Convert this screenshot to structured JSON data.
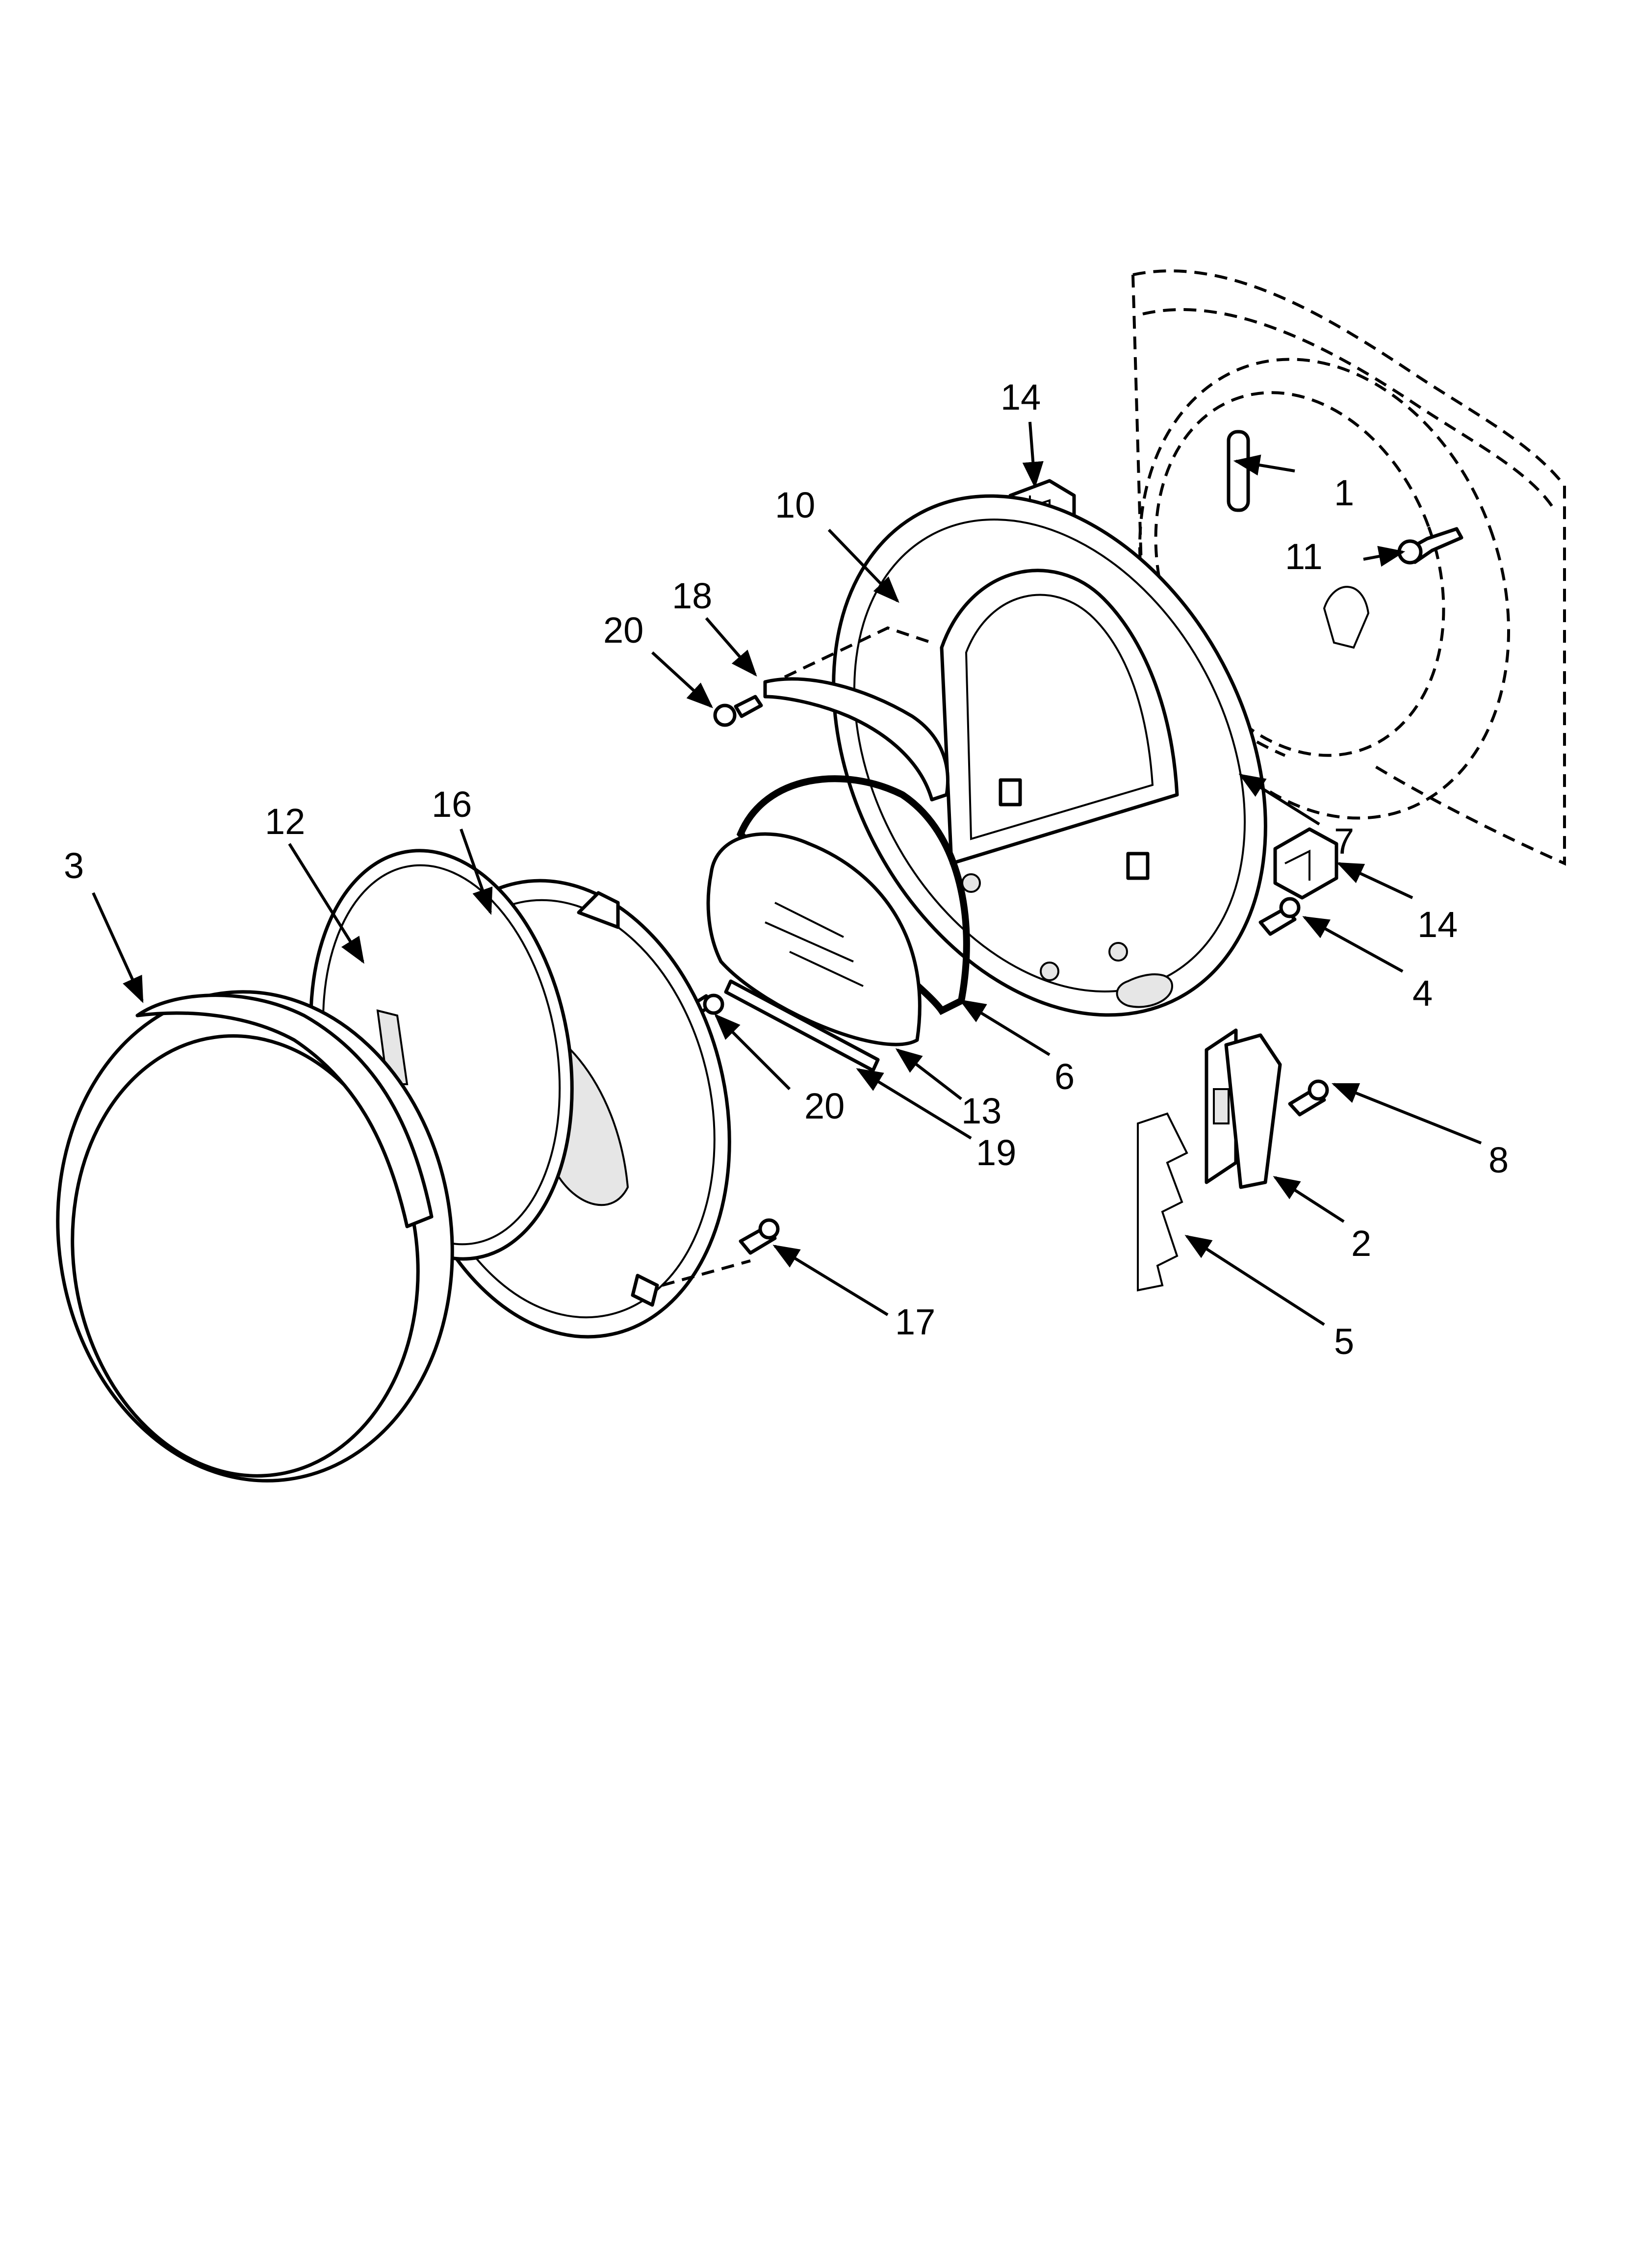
{
  "callouts": [
    {
      "id": "1",
      "text": "1"
    },
    {
      "id": "2",
      "text": "2"
    },
    {
      "id": "3",
      "text": "3"
    },
    {
      "id": "4",
      "text": "4"
    },
    {
      "id": "5",
      "text": "5"
    },
    {
      "id": "6",
      "text": "6"
    },
    {
      "id": "7",
      "text": "7"
    },
    {
      "id": "8",
      "text": "8"
    },
    {
      "id": "10",
      "text": "10"
    },
    {
      "id": "11",
      "text": "11"
    },
    {
      "id": "12",
      "text": "12"
    },
    {
      "id": "13",
      "text": "13"
    },
    {
      "id": "14a",
      "text": "14"
    },
    {
      "id": "14b",
      "text": "14"
    },
    {
      "id": "16",
      "text": "16"
    },
    {
      "id": "17",
      "text": "17"
    },
    {
      "id": "18",
      "text": "18"
    },
    {
      "id": "19",
      "text": "19"
    },
    {
      "id": "20a",
      "text": "20"
    },
    {
      "id": "20b",
      "text": "20"
    }
  ]
}
